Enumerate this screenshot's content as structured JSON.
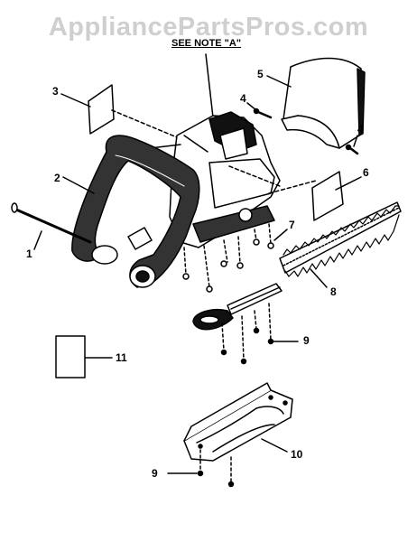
{
  "watermark": "AppliancePartsPros.com",
  "note": "SEE NOTE \"A\"",
  "callouts": [
    {
      "id": "c1",
      "text": "1"
    },
    {
      "id": "c2",
      "text": "2"
    },
    {
      "id": "c3",
      "text": "3"
    },
    {
      "id": "c4a",
      "text": "4"
    },
    {
      "id": "c4b",
      "text": "4"
    },
    {
      "id": "c5",
      "text": "5"
    },
    {
      "id": "c6",
      "text": "6"
    },
    {
      "id": "c7",
      "text": "7"
    },
    {
      "id": "c8",
      "text": "8"
    },
    {
      "id": "c9a",
      "text": "9"
    },
    {
      "id": "c9b",
      "text": "9"
    },
    {
      "id": "c10",
      "text": "10"
    },
    {
      "id": "c11",
      "text": "11"
    }
  ]
}
